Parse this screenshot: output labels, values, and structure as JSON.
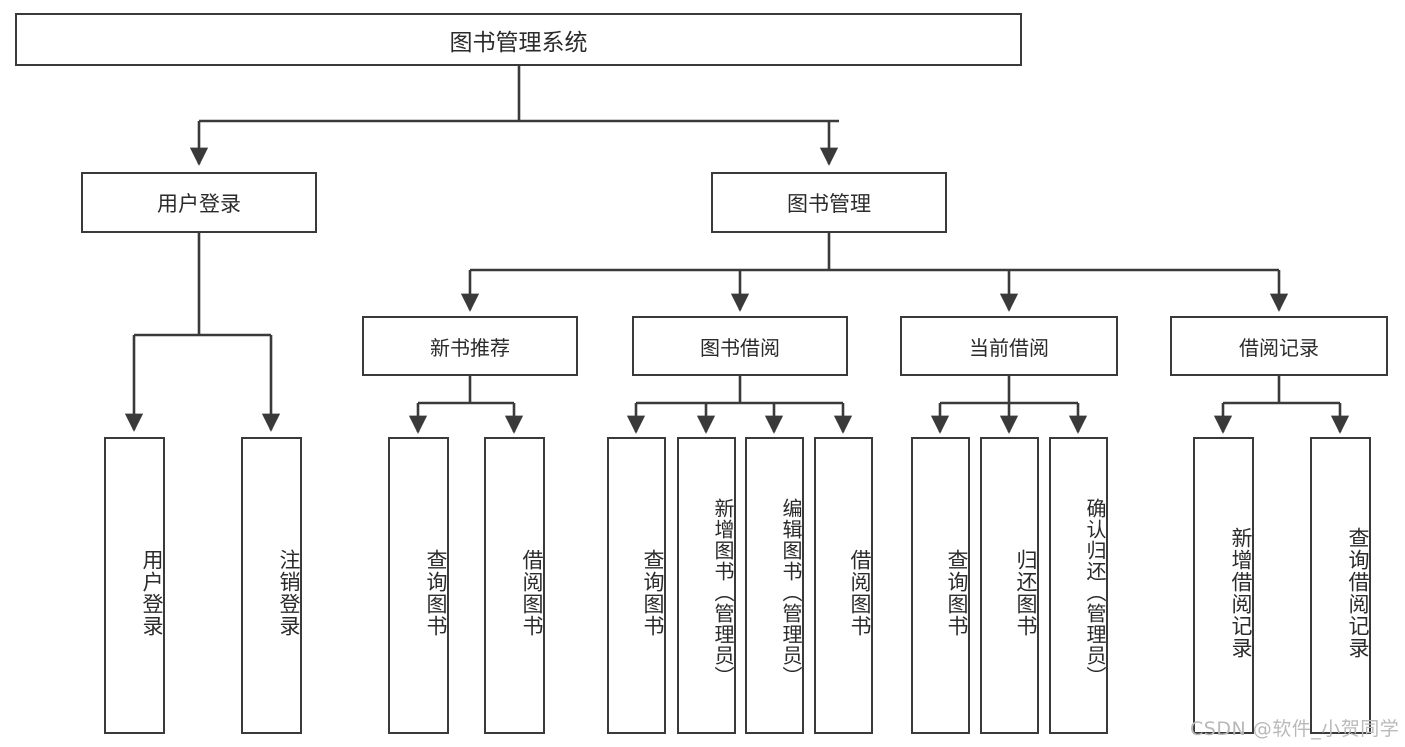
{
  "diagram": {
    "title": "图书管理系统",
    "type": "功能结构图",
    "stroke_color": "#3a3a3a",
    "text_color": "#2b2b2b",
    "background_color": "#ffffff",
    "root": {
      "label": "图书管理系统"
    },
    "level1": [
      {
        "label": "用户登录"
      },
      {
        "label": "图书管理"
      }
    ],
    "level2": [
      {
        "label": "新书推荐"
      },
      {
        "label": "图书借阅"
      },
      {
        "label": "当前借阅"
      },
      {
        "label": "借阅记录"
      }
    ],
    "leaves": {
      "user_login": [
        {
          "label": "用户登录"
        },
        {
          "label": "注销登录"
        }
      ],
      "new_book_recommend": [
        {
          "label": "查询图书"
        },
        {
          "label": "借阅图书"
        }
      ],
      "book_borrow": [
        {
          "label": "查询图书"
        },
        {
          "label": "新增图书（管理员）"
        },
        {
          "label": "编辑图书（管理员）"
        },
        {
          "label": "借阅图书"
        }
      ],
      "current_borrow": [
        {
          "label": "查询图书"
        },
        {
          "label": "归还图书"
        },
        {
          "label": "确认归还（管理员）"
        }
      ],
      "borrow_record": [
        {
          "label": "新增借阅记录"
        },
        {
          "label": "查询借阅记录"
        }
      ]
    }
  },
  "watermark": {
    "text": "CSDN @软件_小贺同学"
  }
}
